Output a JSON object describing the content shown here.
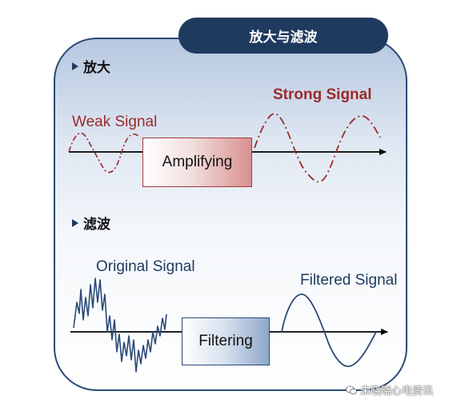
{
  "title": "放大与滤波",
  "sections": {
    "amplify": {
      "heading": "放大",
      "weak_label": "Weak Signal",
      "strong_label": "Strong Signal",
      "box_label": "Amplifying"
    },
    "filter": {
      "heading": "滤波",
      "original_label": "Original Signal",
      "filtered_label": "Filtered Signal",
      "box_label": "Filtering"
    }
  },
  "watermark": "未晓晓心电资讯",
  "colors": {
    "frame": "#2b4a78",
    "title_bg": "#1f3a5f",
    "amplify_accent": "#9b2b2b",
    "filter_accent": "#2b4a78",
    "axis": "#000000"
  },
  "icons": {
    "section_marker": "triangle-right-icon",
    "watermark": "wechat-icon"
  }
}
